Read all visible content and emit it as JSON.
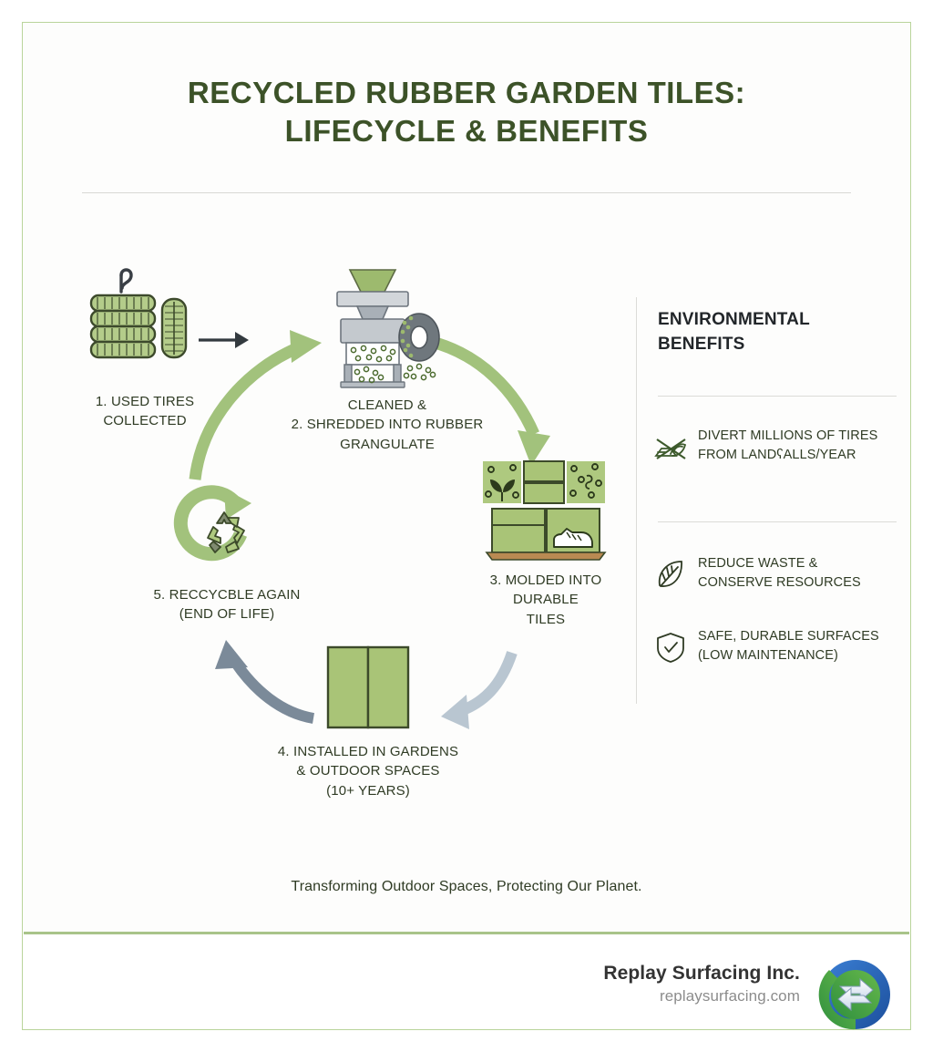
{
  "title": {
    "line1": "RECYCLED RUBBER GARDEN TILES:",
    "line2": "LIFECYCLE & BENEFITS"
  },
  "colors": {
    "title_green": "#3c5228",
    "accent_green": "#a9c48a",
    "arrow_green": "#a2c27c",
    "arrow_grey_dark": "#7b8a99",
    "arrow_grey_light": "#b9c6d1",
    "tile_green": "#a8c477",
    "text_dark": "#2f3b24",
    "frame_green": "#b9d49a"
  },
  "steps": [
    {
      "id": "tires",
      "icon": "stacked-tires-icon",
      "label_line1": "1. USED TIRES",
      "label_line2": "COLLECTED",
      "label_line3": ""
    },
    {
      "id": "shredder",
      "icon": "shredder-machine-icon",
      "label_line1": "CLEANED &",
      "label_line2": "2. SHREDDED INTO RUBBER",
      "label_line3": "GRANGULATE"
    },
    {
      "id": "tiles",
      "icon": "molded-tiles-icon",
      "label_line1": "3. MOLDED INTO",
      "label_line2": "DURABLE",
      "label_line3": "TILES"
    },
    {
      "id": "installed",
      "icon": "installed-tiles-icon",
      "label_line1": "4. INSTALLED IN GARDENS",
      "label_line2": "& OUTDOOR SPACES",
      "label_line3": "(10+ YEARS)"
    },
    {
      "id": "recycle",
      "icon": "recycle-loop-icon",
      "label_line1": "5. RECCYCBLE AGAIN",
      "label_line2": "(END OF LIFE)",
      "label_line3": ""
    }
  ],
  "benefits_panel": {
    "heading_line1": "ENVIRONMENTAL",
    "heading_line2": "BENEFITS",
    "items": [
      {
        "icon": "no-landfill-icon",
        "line1": "DIVERT MILLIONS OF TIRES",
        "line2": "FROM LANDʕALLS/YEAR"
      },
      {
        "icon": "leaf-icon",
        "line1": "REDUCE WASTE &",
        "line2": "CONSERVE RESOURCES"
      },
      {
        "icon": "shield-check-icon",
        "line1": "SAFE, DURABLE SURFACES",
        "line2": "(LOW MAINTENANCE)"
      }
    ]
  },
  "tagline": "Transforming Outdoor Spaces, Protecting Our Planet.",
  "footer": {
    "company": "Replay Surfacing Inc.",
    "website": "replaysurfacing.com",
    "logo": "recycling-circle-logo"
  }
}
